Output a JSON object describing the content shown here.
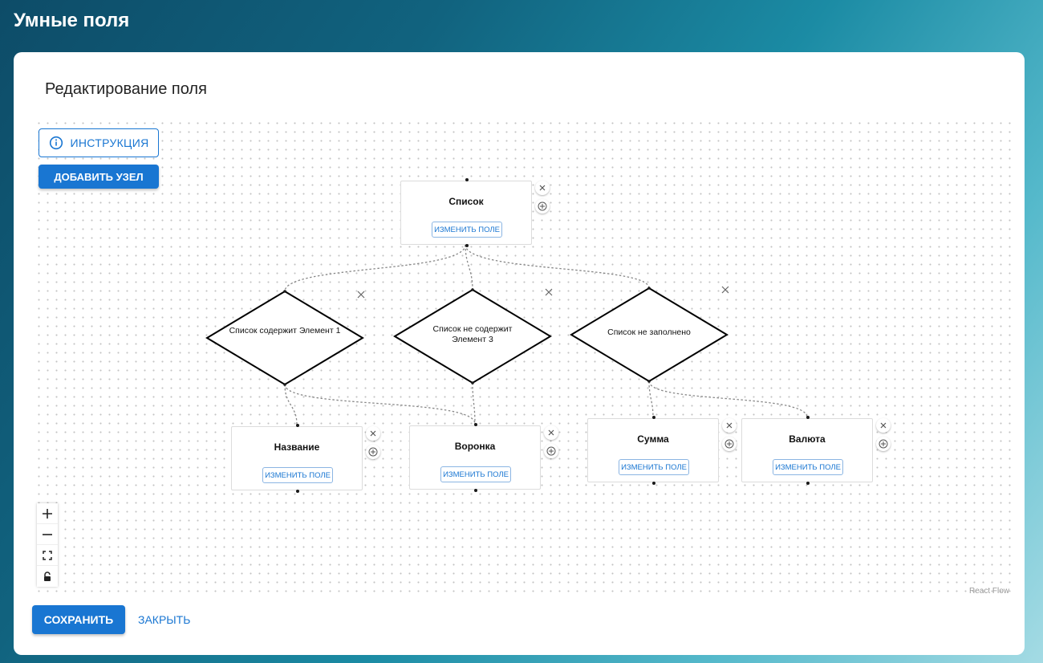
{
  "app": {
    "title": "Умные поля"
  },
  "panel": {
    "title": "Редактирование поля"
  },
  "toolbar": {
    "instruction_label": "ИНСТРУКЦИЯ",
    "instruction_icon": "info-icon",
    "add_node_label": "ДОБАВИТЬ УЗЕЛ"
  },
  "flow": {
    "root": {
      "title": "Список",
      "button": "ИЗМЕНИТЬ ПОЛЕ"
    },
    "conditions": [
      {
        "label": "Список содержит Элемент 1"
      },
      {
        "label": "Список не содержит Элемент 3"
      },
      {
        "label": "Список не заполнено"
      }
    ],
    "fields": [
      {
        "title": "Название",
        "button": "ИЗМЕНИТЬ ПОЛЕ"
      },
      {
        "title": "Воронка",
        "button": "ИЗМЕНИТЬ ПОЛЕ"
      },
      {
        "title": "Сумма",
        "button": "ИЗМЕНИТЬ ПОЛЕ"
      },
      {
        "title": "Валюта",
        "button": "ИЗМЕНИТЬ ПОЛЕ"
      }
    ],
    "edges": [
      {
        "from": "Список",
        "to": "Список содержит Элемент 1"
      },
      {
        "from": "Список",
        "to": "Список не содержит Элемент 3"
      },
      {
        "from": "Список",
        "to": "Список не заполнено"
      },
      {
        "from": "Список содержит Элемент 1",
        "to": "Название"
      },
      {
        "from": "Список содержит Элемент 1",
        "to": "Воронка"
      },
      {
        "from": "Список не содержит Элемент 3",
        "to": "Воронка"
      },
      {
        "from": "Список не заполнено",
        "to": "Сумма"
      },
      {
        "from": "Список не заполнено",
        "to": "Валюта"
      }
    ],
    "controls": [
      "zoom-in-icon",
      "zoom-out-icon",
      "fit-view-icon",
      "lock-icon"
    ],
    "attribution": "React Flow"
  },
  "footer": {
    "save_label": "СОХРАНИТЬ",
    "close_label": "ЗАКРЫТЬ"
  },
  "colors": {
    "accent": "#1976d2",
    "panel_bg": "#ffffff",
    "edge": "#888888"
  }
}
